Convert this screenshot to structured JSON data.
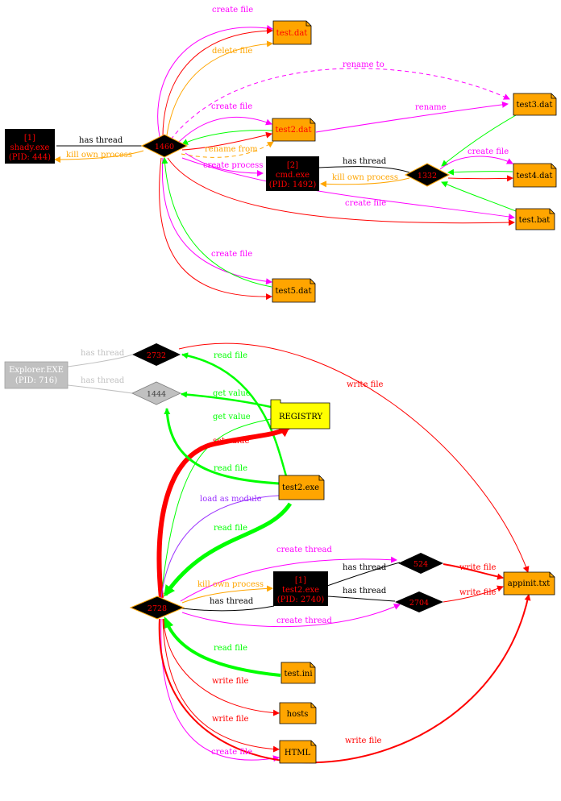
{
  "colors": {
    "red": "#ff0000",
    "magenta": "#ff00ff",
    "orange": "#ffa500",
    "green": "#00ff00",
    "purple": "#9b30ff",
    "gray": "#c0c0c0",
    "black": "#000000",
    "file_fill": "#ffa500",
    "registry_fill": "#ffff00"
  },
  "graph1": {
    "process_shady": {
      "index": "[1]",
      "name": "shady.exe",
      "pid": "(PID: 444)"
    },
    "process_cmd": {
      "index": "[2]",
      "name": "cmd.exe",
      "pid": "(PID: 1492)"
    },
    "thread_1460": "1460",
    "thread_1332": "1332",
    "files": {
      "test_dat": "test.dat",
      "test2_dat": "test2.dat",
      "test3_dat": "test3.dat",
      "test4_dat": "test4.dat",
      "test_bat": "test.bat",
      "test5_dat": "test5.dat"
    },
    "labels": {
      "create_file_top": "create file",
      "delete_file": "delete file",
      "rename_to": "rename to",
      "create_file_test2": "create file",
      "rename": "rename",
      "has_thread_shady": "has thread",
      "kill_own_shady": "kill own process",
      "rename_from": "rename from",
      "create_process": "create process",
      "has_thread_cmd": "has thread",
      "kill_own_cmd": "kill own process",
      "create_file_test4": "create file",
      "create_file_bat": "create file",
      "create_file_test5": "create file"
    }
  },
  "graph2": {
    "explorer": {
      "name": "Explorer.EXE",
      "pid": "(PID: 716)"
    },
    "process_test2": {
      "index": "[1]",
      "name": "test2.exe",
      "pid": "(PID: 2740)"
    },
    "threads": {
      "t2732": "2732",
      "t1444": "1444",
      "t2728": "2728",
      "t524": "524",
      "t2704": "2704"
    },
    "registry": "REGISTRY",
    "files": {
      "test2_exe": "test2.exe",
      "appinit": "appinit.txt",
      "test_ini": "test.ini",
      "hosts": "hosts",
      "html": "HTML"
    },
    "labels": {
      "has_thread_2732": "has thread",
      "has_thread_1444": "has thread",
      "read_file_2732": "read file",
      "write_file_appinit_top": "write file",
      "get_value_1": "get value",
      "get_value_2": "get value",
      "set_value": "set value",
      "read_file_1": "read file",
      "load_as_module": "load as module",
      "read_file_2": "read file",
      "create_thread_524": "create thread",
      "kill_own_process": "kill own process",
      "has_thread_test2": "has thread",
      "has_thread_524": "has thread",
      "has_thread_2704": "has thread",
      "write_file_524": "write file",
      "write_file_2704": "write file",
      "create_thread_2704": "create thread",
      "read_file_ini": "read file",
      "write_file_hosts": "write file",
      "write_file_html": "write file",
      "create_file_html": "create file",
      "write_file_appinit_bottom": "write file"
    }
  }
}
